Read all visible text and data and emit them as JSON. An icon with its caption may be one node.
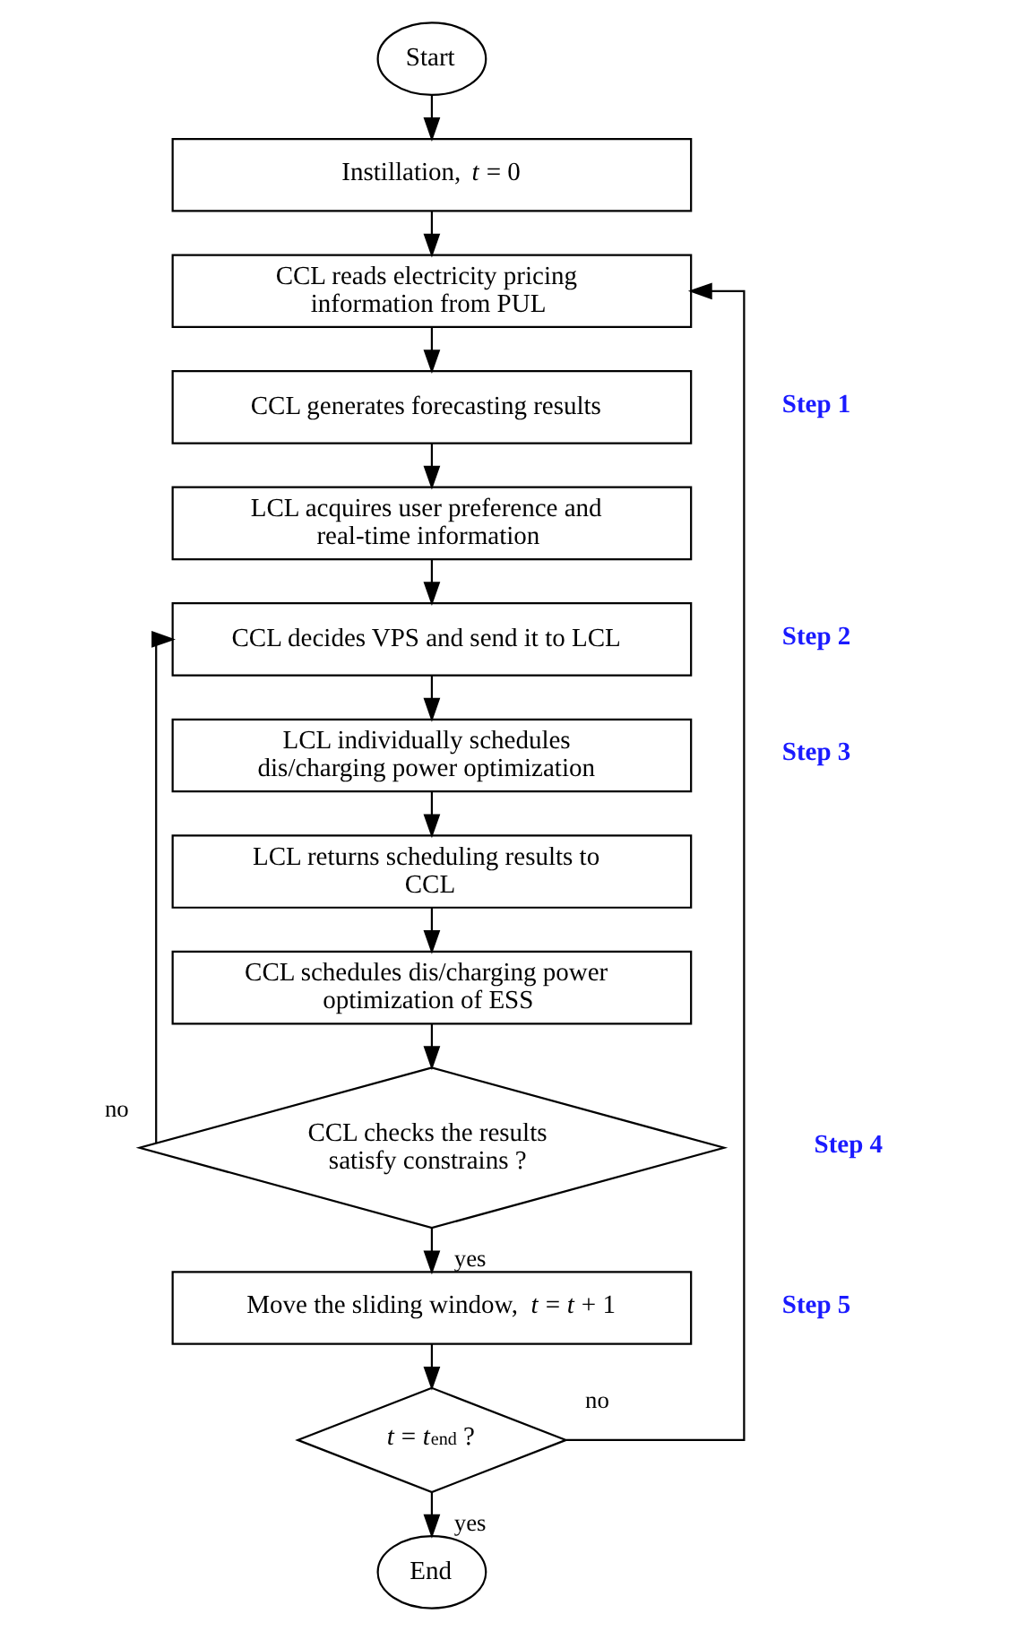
{
  "diagram": {
    "nodes": [
      {
        "text": [
          "Start"
        ]
      },
      {
        "text": [
          "Instillation, *t* = 0"
        ]
      },
      {
        "text": [
          "CCL reads electricity pricing information from PUL"
        ]
      },
      {
        "text": [
          "CCL generates forecasting results"
        ]
      },
      {
        "text": [
          "LCL acquires user preference and real-time information"
        ]
      },
      {
        "text": [
          "CCL decides VPS and send it to LCL"
        ]
      },
      {
        "text": [
          "LCL individually schedules dis/charging power optimization"
        ]
      },
      {
        "text": [
          "LCL returns scheduling results to CCL"
        ]
      },
      {
        "text": [
          "CCL schedules dis/charging power optimization of ESS"
        ]
      },
      {
        "text": [
          "CCL checks the results satisfy constrains ?"
        ]
      },
      {
        "text": [
          "Move the sliding window, *t* = *t* + 1"
        ]
      },
      {
        "text": [
          "*t* = *t*$_{end}$ ?"
        ]
      },
      {
        "text": [
          "End"
        ]
      }
    ],
    "edges": [
      {
        "from": 0,
        "to": 1,
        "arrow": "to"
      },
      {
        "from": 1,
        "to": 2,
        "arrow": "to"
      },
      {
        "from": 2,
        "to": 3,
        "arrow": "to"
      },
      {
        "from": 3,
        "to": 4,
        "arrow": "to"
      },
      {
        "from": 4,
        "to": 5,
        "arrow": "to"
      },
      {
        "from": 5,
        "to": 6,
        "arrow": "to"
      },
      {
        "from": 6,
        "to": 7,
        "arrow": "to"
      },
      {
        "from": 7,
        "to": 8,
        "arrow": "to"
      },
      {
        "from": 8,
        "to": 9,
        "arrow": "to"
      },
      {
        "from": 9,
        "to": 10,
        "label": "yes",
        "arrow": "to"
      },
      {
        "from": 9,
        "to": 5,
        "label": "no",
        "arrow": "to"
      },
      {
        "from": 10,
        "to": 11,
        "arrow": "to"
      },
      {
        "from": 11,
        "to": 12,
        "label": "yes",
        "arrow": "to"
      },
      {
        "from": 11,
        "to": 2,
        "label": "no",
        "arrow": "to"
      }
    ],
    "labels": [
      "Step 1",
      "Step 2",
      "Step 3",
      "Step 4",
      "Step 5"
    ]
  }
}
